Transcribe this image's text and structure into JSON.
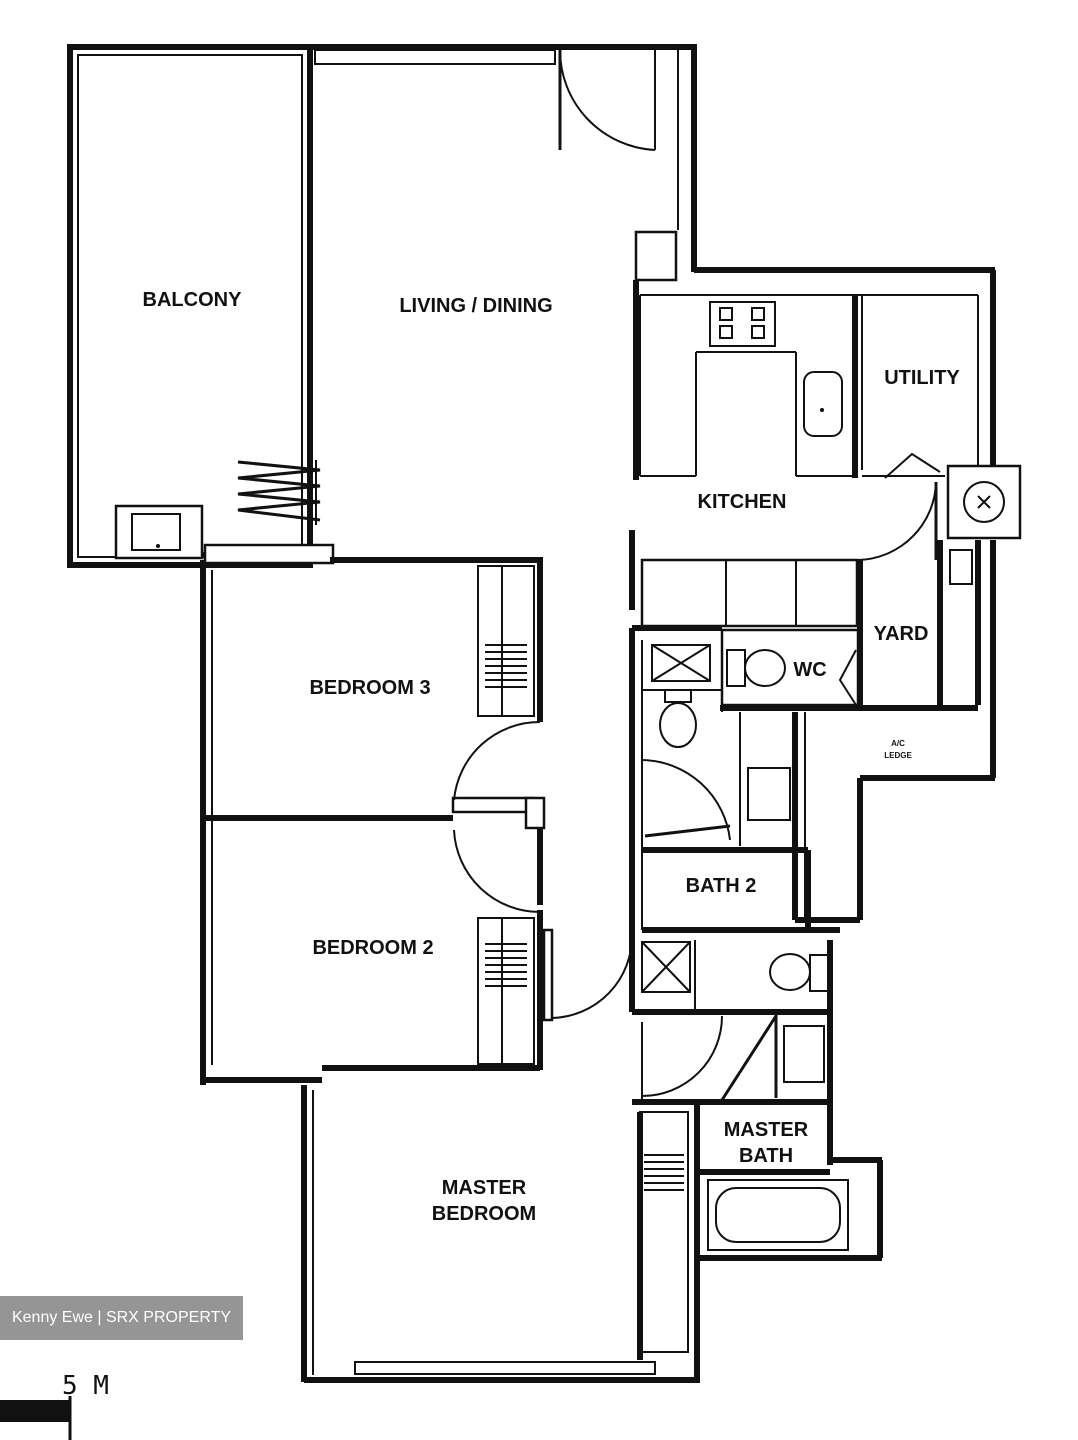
{
  "rooms": {
    "balcony": "BALCONY",
    "living_dining": "LIVING / DINING",
    "kitchen": "KITCHEN",
    "utility": "UTILITY",
    "yard": "YARD",
    "wc": "WC",
    "ac_ledge_line1": "A/C",
    "ac_ledge_line2": "LEDGE",
    "bedroom3": "BEDROOM 3",
    "bedroom2": "BEDROOM 2",
    "bath2": "BATH 2",
    "master_bath_line1": "MASTER",
    "master_bath_line2": "BATH",
    "master_bedroom_line1": "MASTER",
    "master_bedroom_line2": "BEDROOM"
  },
  "scale": {
    "label": "5 M"
  },
  "watermark": {
    "text": "Kenny Ewe | SRX PROPERTY"
  }
}
